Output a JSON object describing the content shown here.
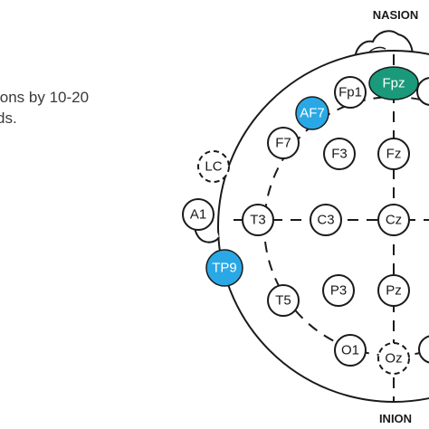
{
  "caption": {
    "line1": "ions by 10-20",
    "line2": "ds."
  },
  "landmarks": {
    "top": "NASION",
    "bottom": "INION"
  },
  "colors": {
    "highlight_blue": "#2aa8e6",
    "highlight_green": "#1a9a7a",
    "outline": "#1a1a1a"
  },
  "electrodes": [
    {
      "id": "fp1",
      "label": "Fp1",
      "style": "solid"
    },
    {
      "id": "fpz",
      "label": "Fpz",
      "style": "green"
    },
    {
      "id": "af7",
      "label": "AF7",
      "style": "blue"
    },
    {
      "id": "f7",
      "label": "F7",
      "style": "solid"
    },
    {
      "id": "f3",
      "label": "F3",
      "style": "solid"
    },
    {
      "id": "fz",
      "label": "Fz",
      "style": "solid"
    },
    {
      "id": "lc",
      "label": "LC",
      "style": "dashed"
    },
    {
      "id": "a1",
      "label": "A1",
      "style": "solid"
    },
    {
      "id": "t3",
      "label": "T3",
      "style": "solid"
    },
    {
      "id": "c3",
      "label": "C3",
      "style": "solid"
    },
    {
      "id": "cz",
      "label": "Cz",
      "style": "solid"
    },
    {
      "id": "tp9",
      "label": "TP9",
      "style": "blue"
    },
    {
      "id": "t5",
      "label": "T5",
      "style": "solid"
    },
    {
      "id": "p3",
      "label": "P3",
      "style": "solid"
    },
    {
      "id": "pz",
      "label": "Pz",
      "style": "solid"
    },
    {
      "id": "o1",
      "label": "O1",
      "style": "solid"
    },
    {
      "id": "oz",
      "label": "Oz",
      "style": "dashed"
    }
  ]
}
